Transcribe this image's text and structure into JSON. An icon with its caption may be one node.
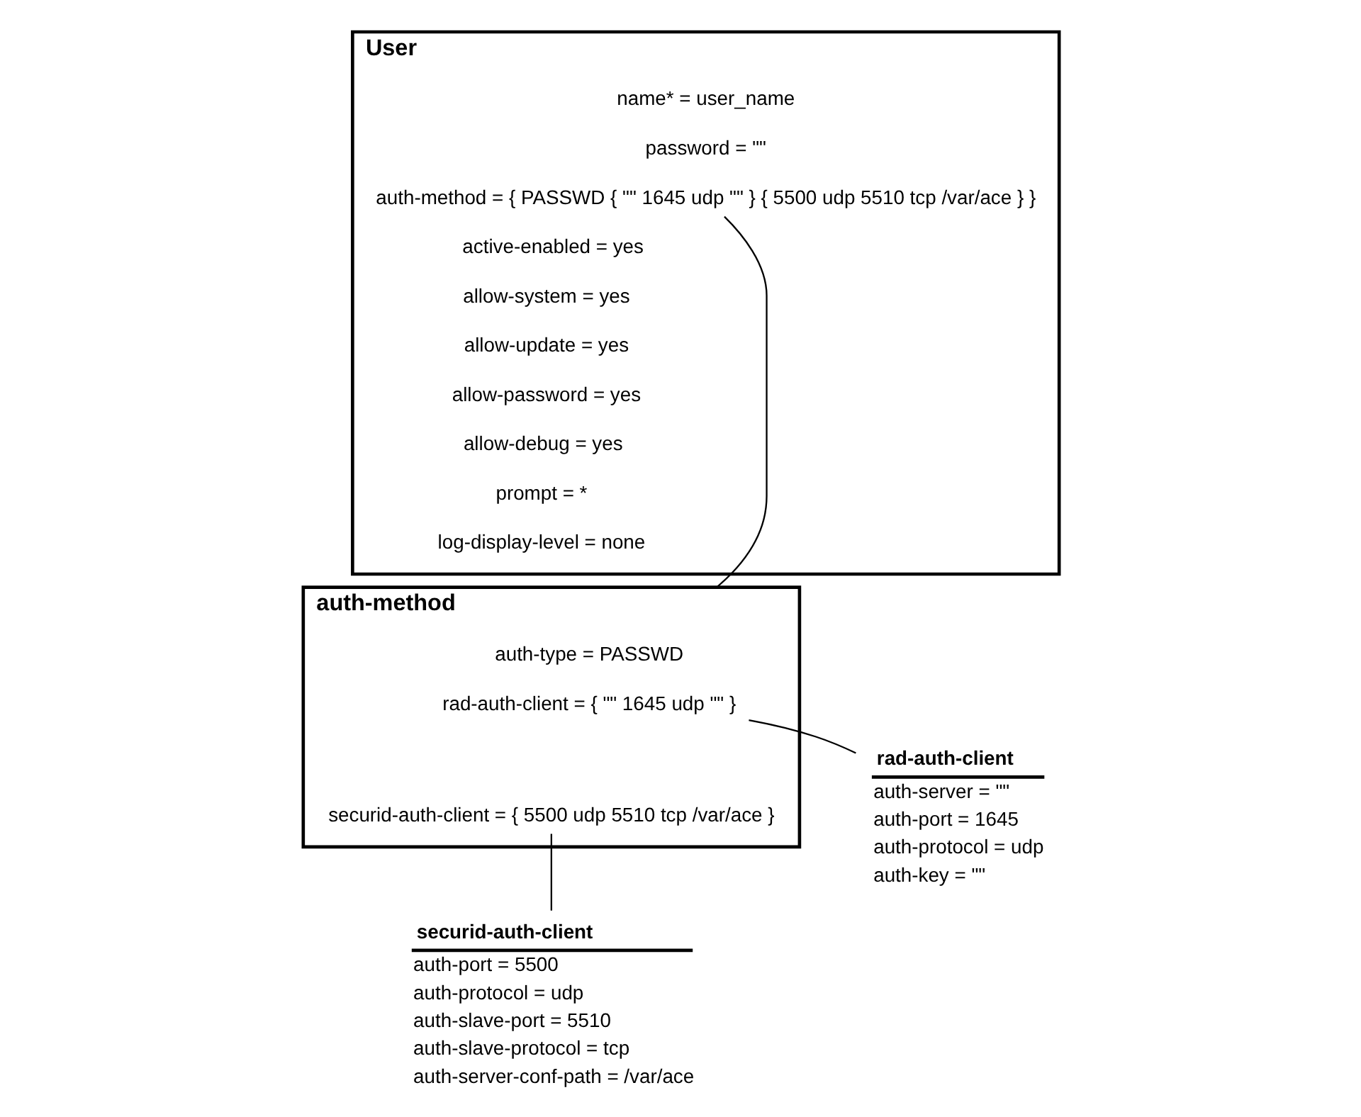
{
  "diagram": {
    "nodes": [
      {
        "text": [
          "User"
        ]
      },
      {
        "text": [
          "name* = user_name"
        ],
        "in": 0
      },
      {
        "text": [
          "password = \"\""
        ],
        "in": 0
      },
      {
        "text": [
          "auth-method = { PASSWD { \"\" 1645 udp \"\" } { 5500 udp 5510 tcp /var/ace } }"
        ],
        "in": 0
      },
      {
        "text": [
          "active-enabled = yes"
        ],
        "in": 0
      },
      {
        "text": [
          "allow-system = yes"
        ],
        "in": 0
      },
      {
        "text": [
          "allow-update = yes"
        ],
        "in": 0
      },
      {
        "text": [
          "allow-password = yes"
        ],
        "in": 0
      },
      {
        "text": [
          "allow-debug = yes"
        ],
        "in": 0
      },
      {
        "text": [
          "prompt = *"
        ],
        "in": 0
      },
      {
        "text": [
          "log-display-level = none"
        ],
        "in": 0
      },
      {
        "text": [
          "auth-method"
        ]
      },
      {
        "text": [
          "auth-type = PASSWD"
        ],
        "in": 11
      },
      {
        "text": [
          "rad-auth-client = { \"\" 1645 udp \"\" }"
        ],
        "in": 11
      },
      {
        "text": [
          "securid-auth-client = { 5500 udp 5510 tcp /var/ace }"
        ],
        "in": 11
      },
      {
        "text": [
          "securid-auth-client",
          "auth-port = 5500",
          "auth-protocol = udp",
          "auth-slave-port = 5510",
          "auth-slave-protocol = tcp",
          "auth-server-conf-path = /var/ace"
        ]
      },
      {
        "text": [
          "rad-auth-client",
          "auth-server = \"\"",
          "auth-port = 1645",
          "auth-protocol = udp",
          "auth-key = \"\""
        ]
      }
    ],
    "edges": [
      {
        "from": 3,
        "to": 11,
        "arrow": "none"
      },
      {
        "from": 13,
        "to": 16,
        "arrow": "none"
      },
      {
        "from": 14,
        "to": 15,
        "arrow": "none"
      }
    ]
  }
}
